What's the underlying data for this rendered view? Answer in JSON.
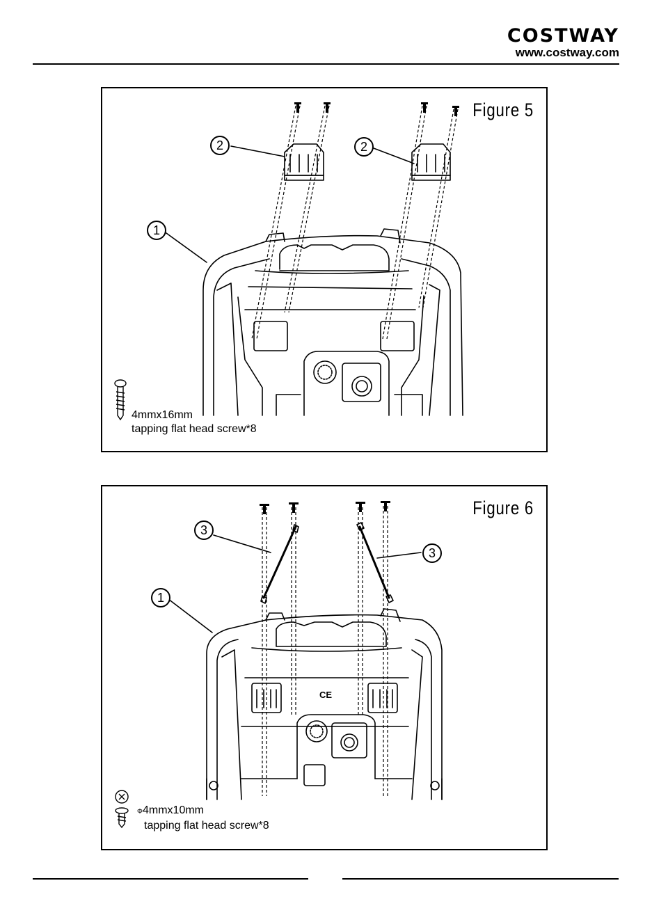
{
  "header": {
    "brand": "COSTWAY",
    "url": "www.costway.com"
  },
  "figure5": {
    "title": "Figure 5",
    "callouts": [
      "2",
      "2",
      "1"
    ],
    "screw_size": "4mmx16mm",
    "screw_desc": "tapping flat head screw*8",
    "icon": "screw-icon"
  },
  "figure6": {
    "title": "Figure 6",
    "callouts": [
      "3",
      "3",
      "1"
    ],
    "screw_prefix": "Φ",
    "screw_size": "4mmx10mm",
    "screw_desc": "tapping flat head screw*8",
    "mark": "CE",
    "icon": "screw-washer-icon"
  },
  "colors": {
    "ink": "#000000",
    "paper": "#ffffff"
  }
}
